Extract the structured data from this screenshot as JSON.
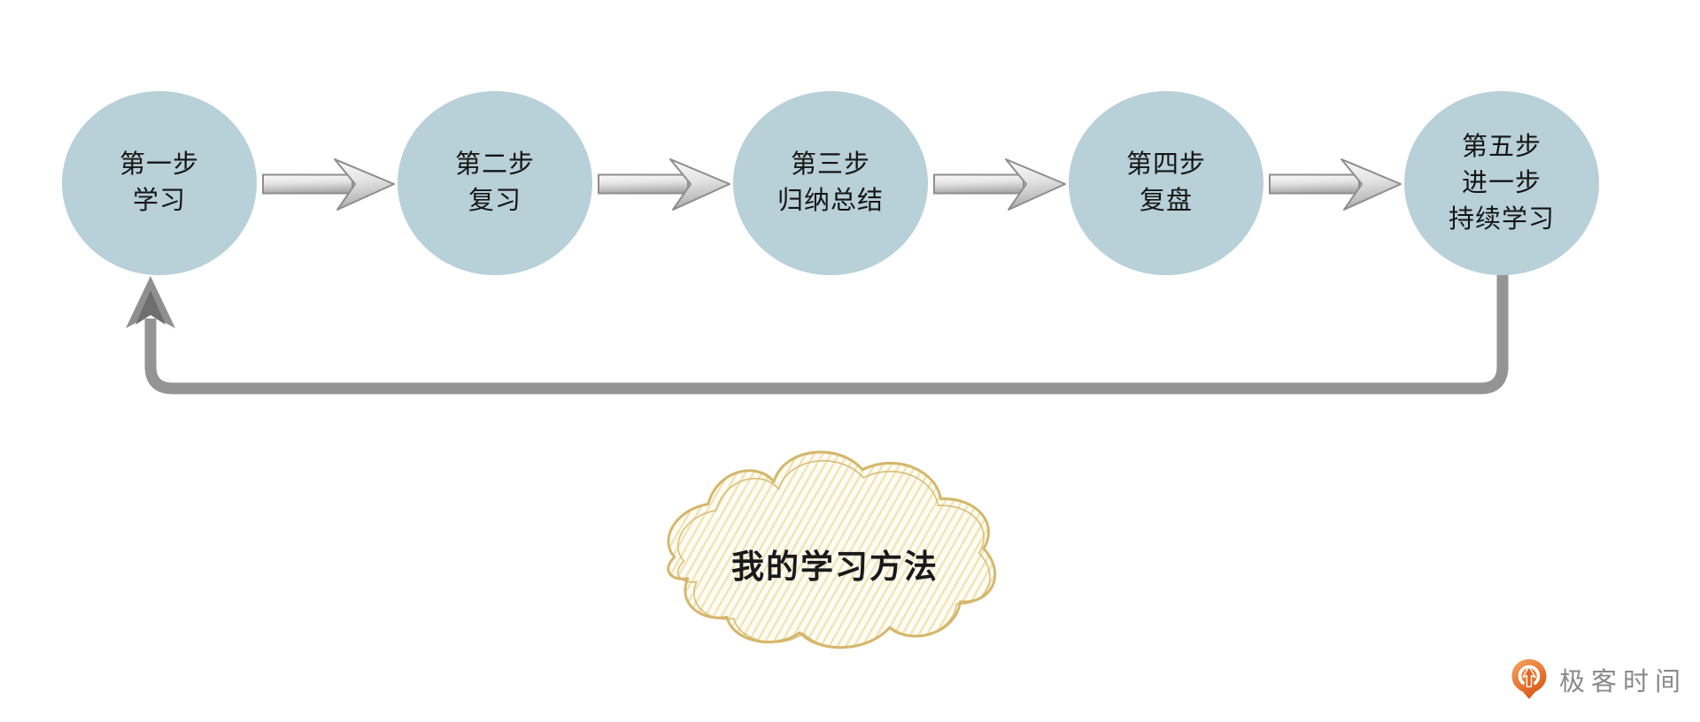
{
  "steps": [
    {
      "lines": [
        "第一步",
        "学习"
      ]
    },
    {
      "lines": [
        "第二步",
        "复习"
      ]
    },
    {
      "lines": [
        "第三步",
        "归纳总结"
      ]
    },
    {
      "lines": [
        "第四步",
        "复盘"
      ]
    },
    {
      "lines": [
        "第五步",
        "进一步",
        "持续学习"
      ]
    }
  ],
  "cloud": {
    "label": "我的学习方法"
  },
  "branding": {
    "name": "极客时间"
  },
  "icons": {
    "step_arrow": "block-arrow-right-icon",
    "loop_arrow": "arrow-up-icon",
    "logo_mark": "geektime-pin-icon"
  },
  "colors": {
    "circle_fill": "#b8d0d8",
    "step_text": "#151515",
    "arrow_outline": "#8d8d8d",
    "arrow_fill_top": "#fcfcfc",
    "arrow_fill_bottom": "#ababab",
    "loop_line": "#949494",
    "loop_arrowhead": "#8f8f8f",
    "loop_arrowhead_inner": "#6e6e6e",
    "cloud_outline": "#d4b76b",
    "cloud_hatch": "#f2e4b8",
    "cloud_fill": "#fffdf4",
    "logo_orange": "#e2661d",
    "logo_text_gray": "#8a8a8a"
  }
}
